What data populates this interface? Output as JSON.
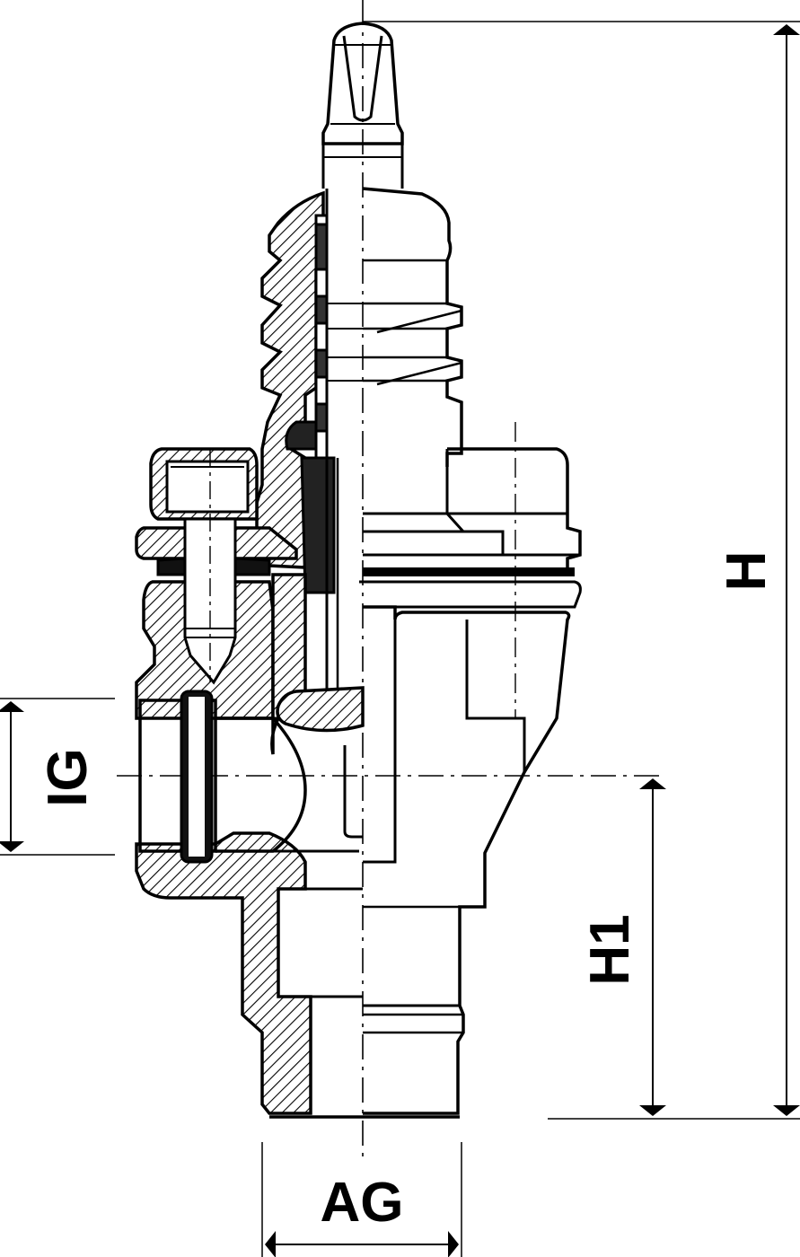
{
  "drawing": {
    "type": "technical cross-section drawing",
    "colors": {
      "line": "#000000",
      "background": "#ffffff"
    },
    "dimensions": {
      "height_total": "H",
      "height_to_axis": "H1",
      "inner_thread": "IG",
      "outer_thread": "AG"
    }
  }
}
